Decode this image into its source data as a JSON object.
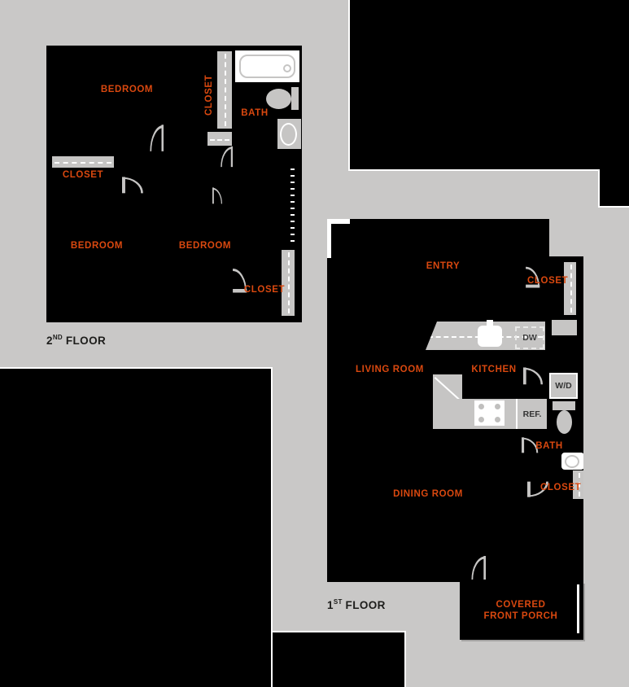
{
  "colors": {
    "background": "#c9c8c7",
    "plan_black": "#000000",
    "label_orange": "#d9480f",
    "fixture_gray": "#c6c5c4",
    "line_white": "#ffffff",
    "title_dark": "#1d1d1b"
  },
  "second_floor": {
    "title": {
      "num": "2",
      "sup": "ND",
      "rest": "FLOOR"
    },
    "labels": {
      "bedroom_a": "BEDROOM",
      "closet_wall": "CLOSET",
      "bath": "BATH",
      "closet_left": "CLOSET",
      "bedroom_b": "BEDROOM",
      "bedroom_c": "BEDROOM",
      "closet_right": "CLOSET"
    }
  },
  "first_floor": {
    "title": {
      "num": "1",
      "sup": "ST",
      "rest": "FLOOR"
    },
    "labels": {
      "entry": "ENTRY",
      "closet_entry": "CLOSET",
      "living": "LIVING ROOM",
      "kitchen": "KITCHEN",
      "bath": "BATH",
      "closet_bath": "CLOSET",
      "dining": "DINING ROOM",
      "porch_line1": "COVERED",
      "porch_line2": "FRONT PORCH"
    },
    "appliances": {
      "dishwasher": "DW",
      "washer_dryer": "W/D",
      "refrigerator": "REF."
    }
  }
}
